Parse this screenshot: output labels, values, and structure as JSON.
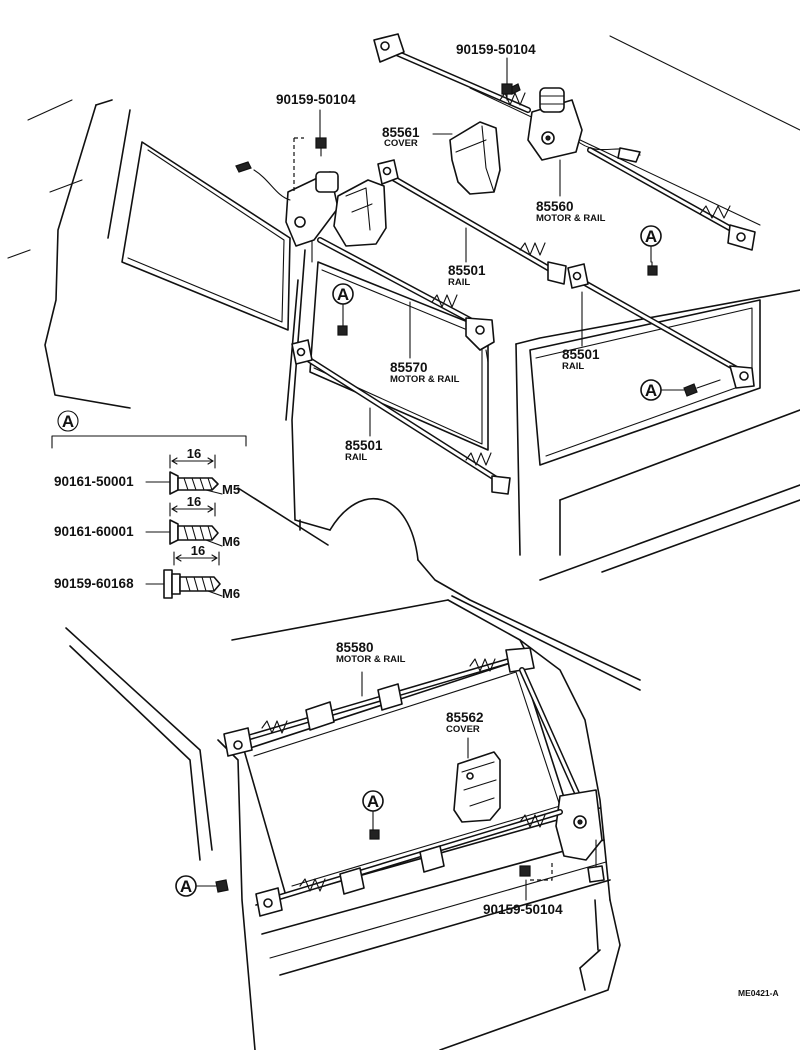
{
  "callouts": {
    "p_90159_50104_top": "90159-50104",
    "p_90159_50104_left": "90159-50104",
    "p_85561": "85561",
    "p_85561_sub": "COVER",
    "p_85560": "85560",
    "p_85560_sub": "MOTOR & RAIL",
    "p_85501_a": "85501",
    "p_85501_a_sub": "RAIL",
    "p_85501_b": "85501",
    "p_85501_b_sub": "RAIL",
    "p_85570": "85570",
    "p_85570_sub": "MOTOR & RAIL",
    "p_85501_c": "85501",
    "p_85501_c_sub": "RAIL",
    "p_85580": "85580",
    "p_85580_sub": "MOTOR & RAIL",
    "p_85562": "85562",
    "p_85562_sub": "COVER",
    "p_90159_50104_bottom": "90159-50104"
  },
  "detail_a": {
    "ref": "A",
    "screws": [
      {
        "part": "90161-50001",
        "length": "16",
        "thread": "M5"
      },
      {
        "part": "90161-60001",
        "length": "16",
        "thread": "M6"
      },
      {
        "part": "90159-60168",
        "length": "16",
        "thread": "M6"
      }
    ]
  },
  "ref_marker": "A",
  "figure_code": "ME0421-A"
}
